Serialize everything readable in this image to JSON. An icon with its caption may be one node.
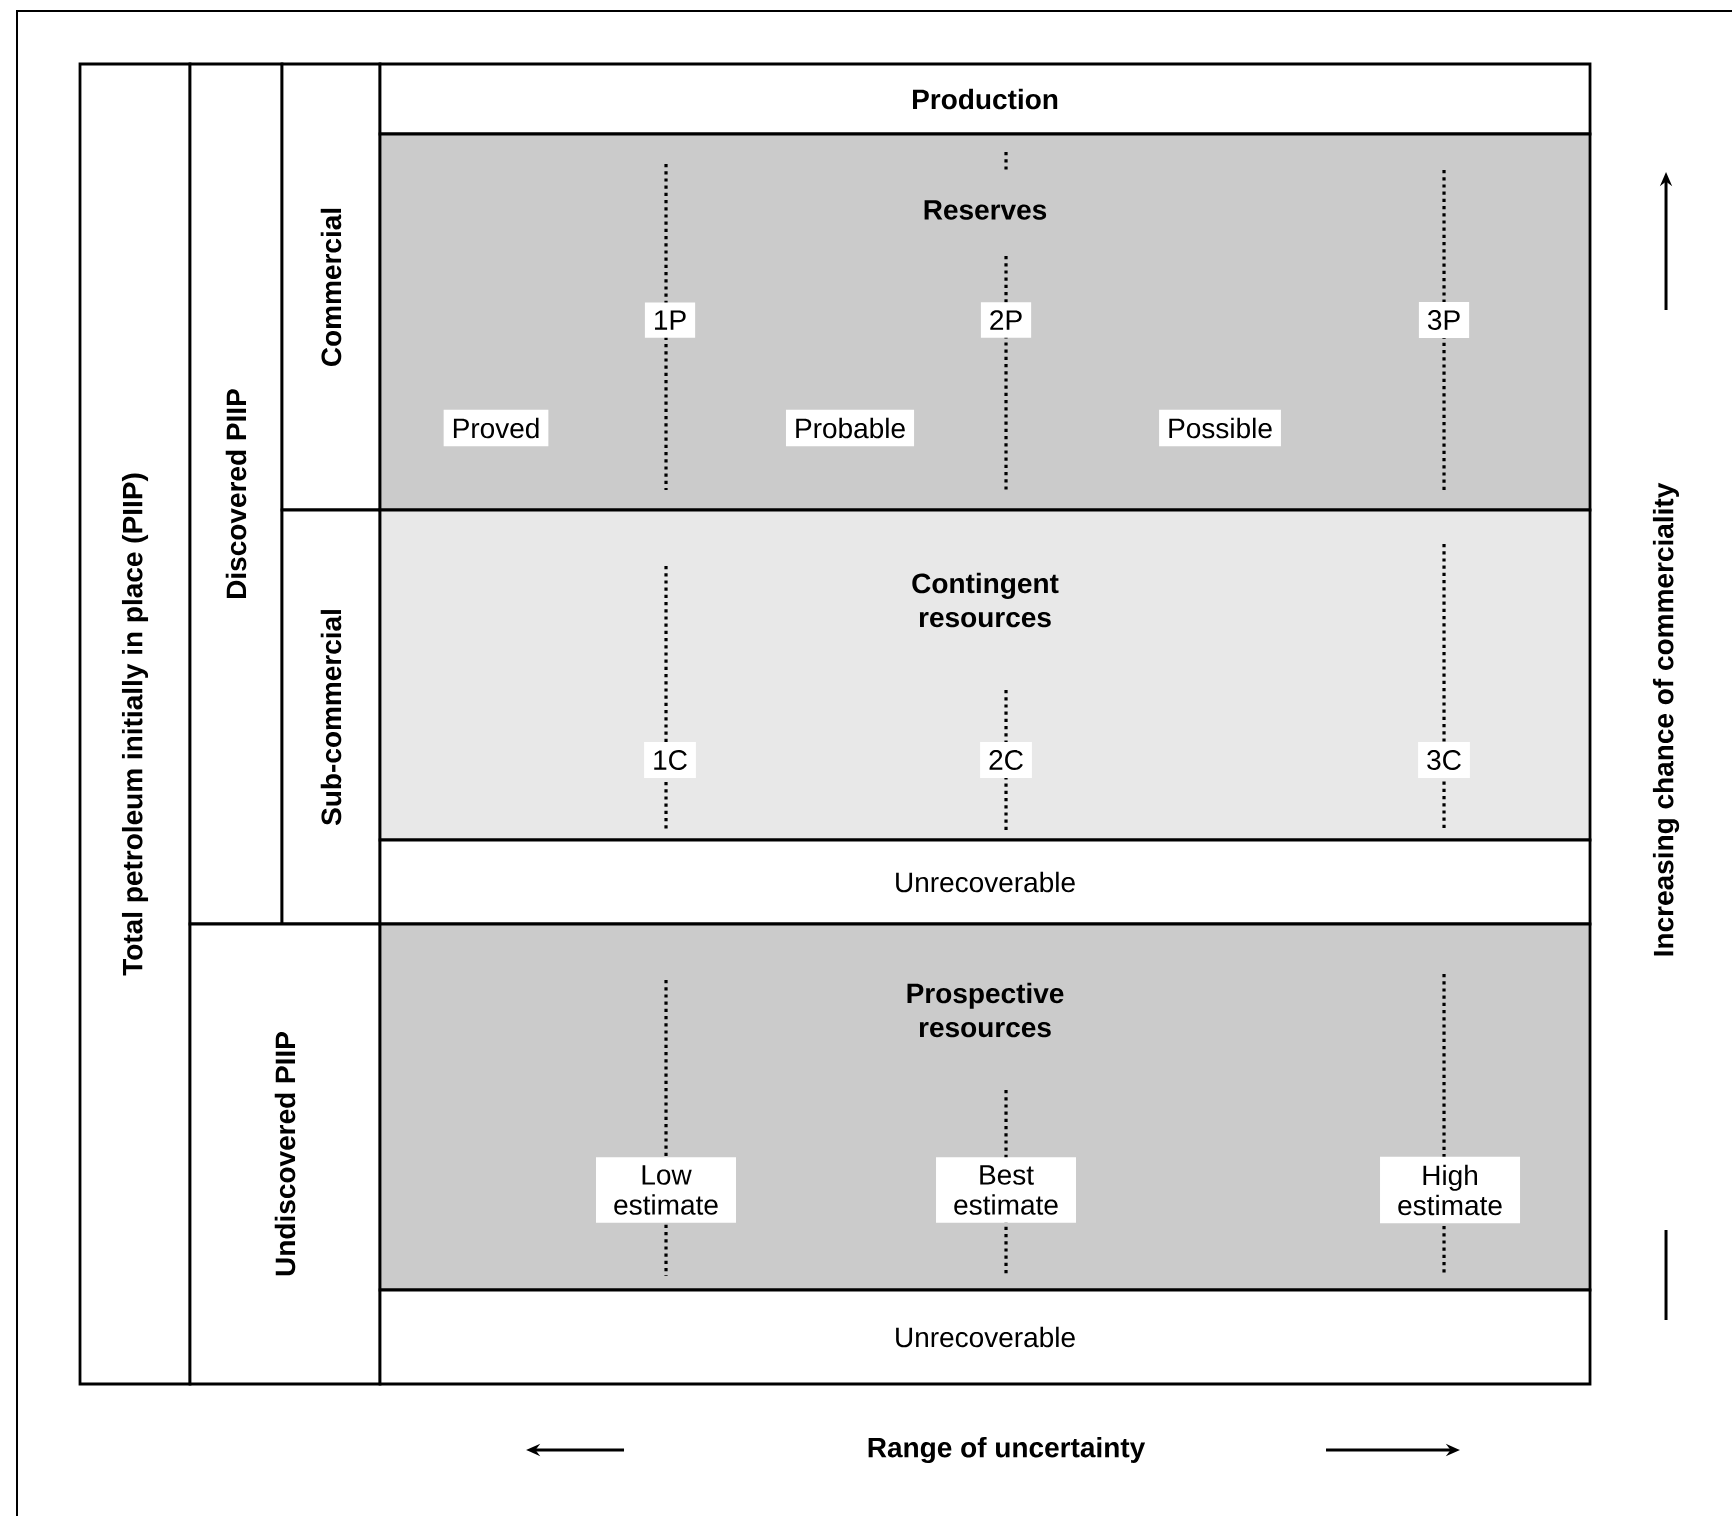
{
  "diagram": {
    "nodes": [
      {
        "text": [
          "Total petroleum initially in place (PIIP)"
        ]
      },
      {
        "text": [
          "Discovered PIIP"
        ]
      },
      {
        "text": [
          "Commercial"
        ]
      },
      {
        "text": [
          "Sub-commercial"
        ]
      },
      {
        "text": [
          "Undiscovered PIIP"
        ]
      },
      {
        "text": [
          "Production"
        ]
      },
      {
        "text": [
          "Reserves"
        ]
      },
      {
        "text": [
          "1P"
        ],
        "in": 6
      },
      {
        "text": [
          "2P"
        ],
        "in": 6
      },
      {
        "text": [
          "3P"
        ],
        "in": 6
      },
      {
        "text": [
          "Proved"
        ],
        "in": 6
      },
      {
        "text": [
          "Probable"
        ],
        "in": 6
      },
      {
        "text": [
          "Possible"
        ],
        "in": 6
      },
      {
        "text": [
          "Contingent resources"
        ]
      },
      {
        "text": [
          "1C"
        ],
        "in": 13
      },
      {
        "text": [
          "2C"
        ],
        "in": 13
      },
      {
        "text": [
          "3C"
        ],
        "in": 13
      },
      {
        "text": [
          "Unrecoverable"
        ]
      },
      {
        "text": [
          "Prospective resources"
        ]
      },
      {
        "text": [
          "Low estimate"
        ],
        "in": 18
      },
      {
        "text": [
          "Best estimate"
        ],
        "in": 18
      },
      {
        "text": [
          "High estimate"
        ],
        "in": 18
      },
      {
        "text": [
          "Unrecoverable"
        ]
      }
    ],
    "labels": [
      "Increasing chance of commerciality",
      "Range of uncertainty"
    ]
  }
}
